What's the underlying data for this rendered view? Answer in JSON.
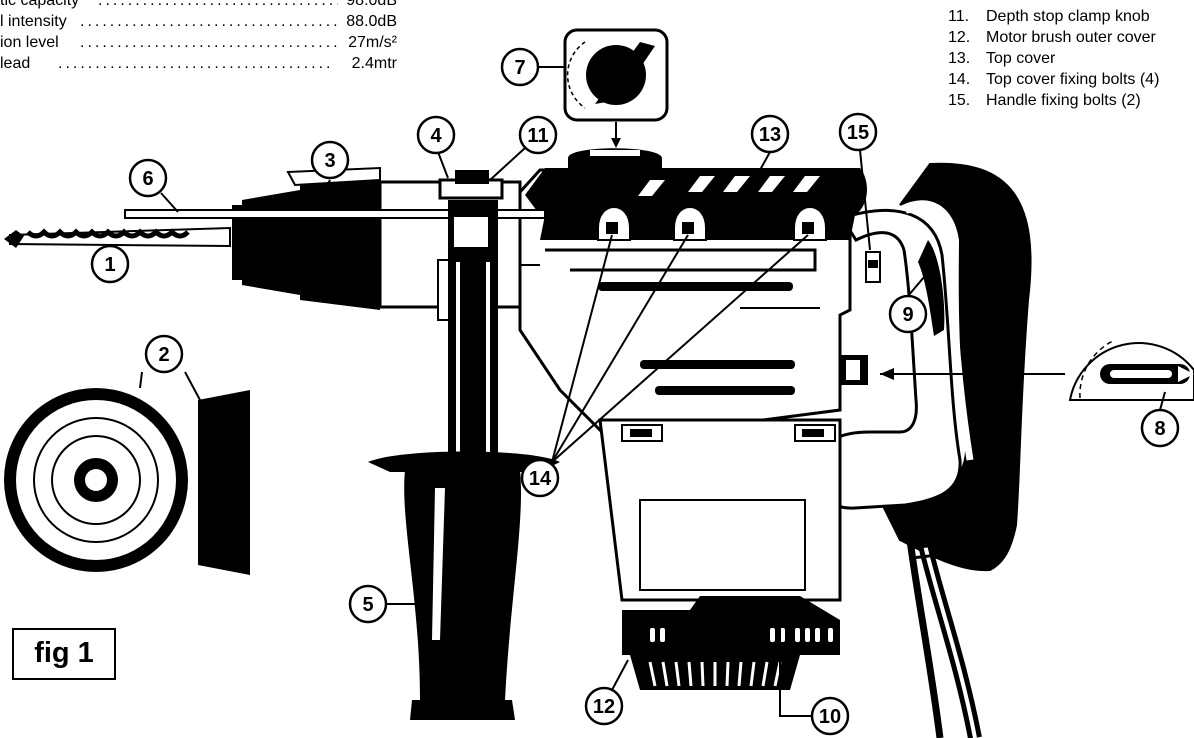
{
  "specs": [
    {
      "label": "tic capacity",
      "value": "98.0dB"
    },
    {
      "label": "l intensity",
      "value": "88.0dB"
    },
    {
      "label": "ion level",
      "value": "27m/s²"
    },
    {
      "label": "lead",
      "value": "2.4mtr"
    }
  ],
  "parts_list": [
    {
      "number": "11.",
      "label": "Depth stop clamp knob"
    },
    {
      "number": "12.",
      "label": "Motor brush outer cover"
    },
    {
      "number": "13.",
      "label": "Top cover"
    },
    {
      "number": "14.",
      "label": "Top cover fixing bolts (4)"
    },
    {
      "number": "15.",
      "label": "Handle fixing bolts (2)"
    }
  ],
  "callouts": [
    "1",
    "2",
    "3",
    "4",
    "5",
    "6",
    "7",
    "8",
    "9",
    "10",
    "11",
    "12",
    "13",
    "14",
    "15"
  ],
  "figure_label": "fig 1"
}
